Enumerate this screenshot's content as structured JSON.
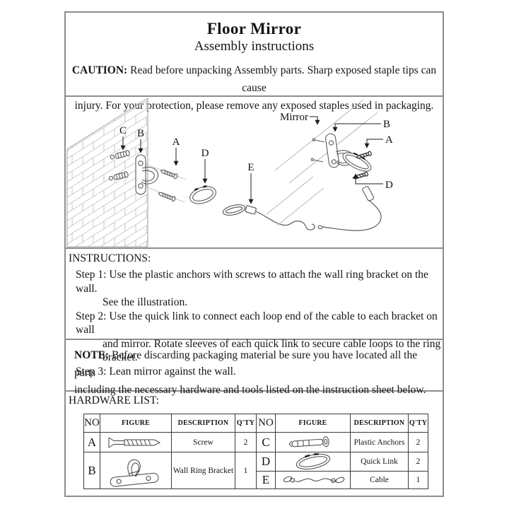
{
  "header": {
    "title": "Floor Mirror",
    "subtitle": "Assembly instructions",
    "caution_label": "CAUTION:",
    "caution_line1": "Read before unpacking Assembly parts. Sharp exposed staple tips can cause",
    "caution_line2": "injury. For your protection, please remove any exposed staples used in packaging."
  },
  "diagram": {
    "mirror_label": "Mirror",
    "wall_labels": {
      "a": "A",
      "b": "B",
      "c": "C",
      "d": "D",
      "e": "E"
    },
    "mirror_labels": {
      "a": "A",
      "b": "B",
      "d": "D"
    }
  },
  "instructions": {
    "heading": "INSTRUCTIONS:",
    "steps": [
      {
        "label": "Step 1:",
        "lines": [
          "Use the plastic anchors with screws to attach the wall ring bracket on the wall.",
          "See the illustration."
        ]
      },
      {
        "label": "Step 2:",
        "lines": [
          "Use the quick link to connect each loop end of the cable to each bracket on wall",
          "and mirror. Rotate sleeves of each quick link to secure cable loops to the ring bracket."
        ]
      },
      {
        "label": "Step 3:",
        "lines": [
          "Lean mirror against the wall."
        ]
      }
    ]
  },
  "note": {
    "label": "NOTE:",
    "line1": "Before discarding packaging material be sure you have located all the parts",
    "line2": "including the necessary hardware and tools listed on the instruction sheet below."
  },
  "hardware": {
    "heading": "HARDWARE LIST:",
    "columns": [
      "NO",
      "FIGURE",
      "DESCRIPTION",
      "Q'TY"
    ],
    "left_rows": [
      {
        "no": "A",
        "figure": "screw-figure",
        "description": "Screw",
        "qty": "2"
      },
      {
        "no": "B",
        "figure": "wall-ring-bracket-figure",
        "description": "Wall Ring Bracket",
        "qty": "1"
      }
    ],
    "right_rows": [
      {
        "no": "C",
        "figure": "plastic-anchor-figure",
        "description": "Plastic Anchors",
        "qty": "2"
      },
      {
        "no": "D",
        "figure": "quick-link-figure",
        "description": "Quick Link",
        "qty": "2"
      },
      {
        "no": "E",
        "figure": "cable-figure",
        "description": "Cable",
        "qty": "1"
      }
    ]
  }
}
